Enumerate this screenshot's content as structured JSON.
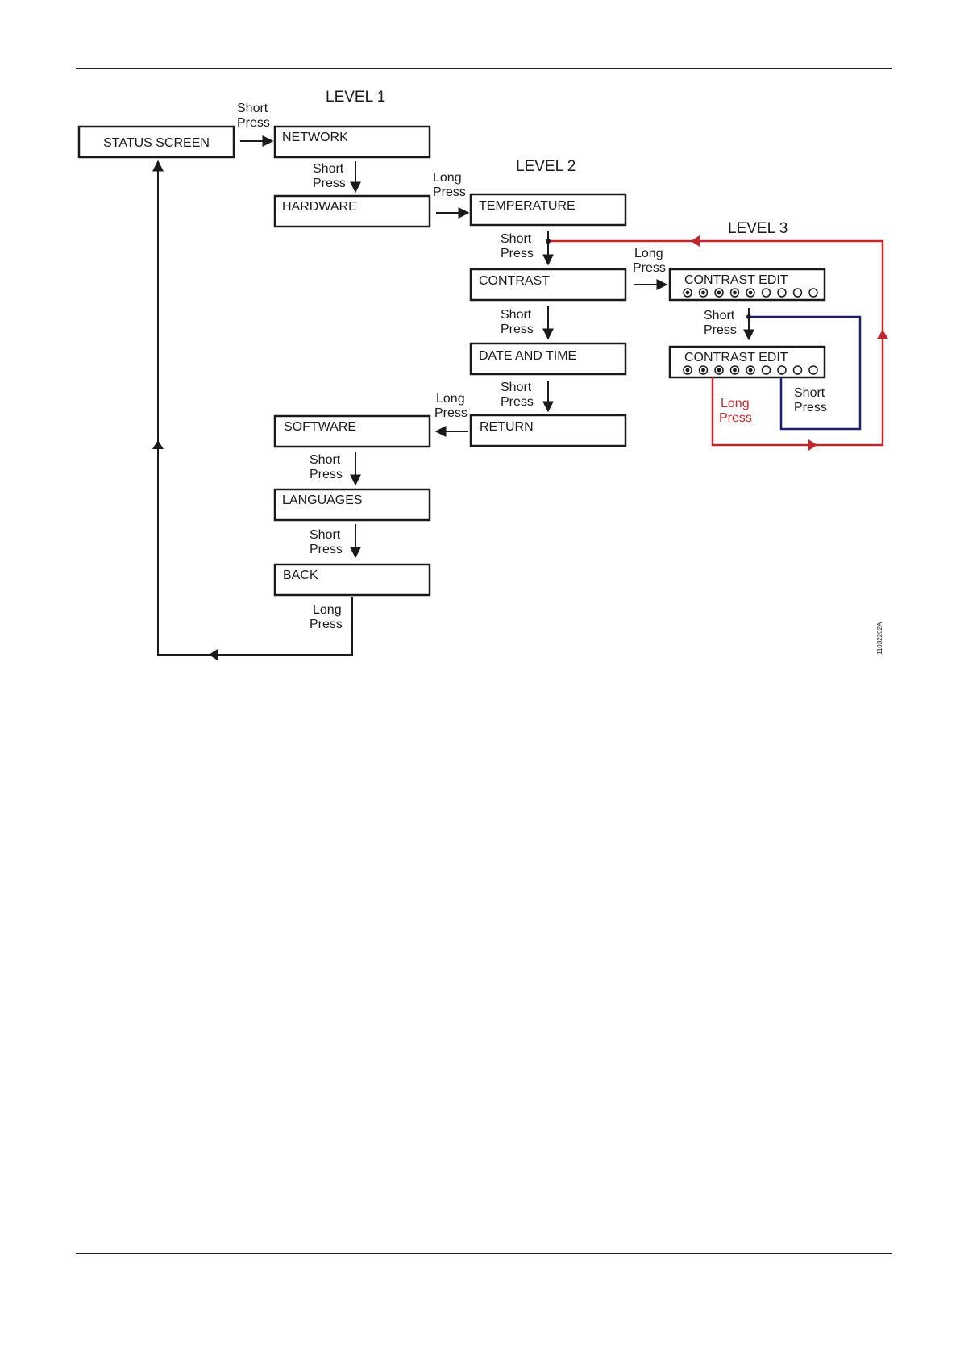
{
  "levels": {
    "level1": "LEVEL 1",
    "level2": "LEVEL  2",
    "level3": "LEVEL 3"
  },
  "boxes": {
    "status_screen": "STATUS SCREEN",
    "network": "NETWORK",
    "hardware": "HARDWARE",
    "temperature": "TEMPERATURE",
    "contrast": "CONTRAST",
    "date_and_time": "DATE AND TIME",
    "return": "RETURN",
    "software": "SOFTWARE",
    "languages": "LANGUAGES",
    "back": "BACK",
    "contrast_edit_1": "CONTRAST EDIT",
    "contrast_edit_2": "CONTRAST EDIT"
  },
  "contrast_levels": {
    "edit_1": {
      "selected": 5,
      "total": 9
    },
    "edit_2": {
      "selected": 5,
      "total": 9
    }
  },
  "transitions": {
    "short": "Short",
    "long": "Long",
    "press": "Press"
  },
  "colors": {
    "red_path": "#c0282d",
    "blue_path": "#1e1e6e",
    "line": "#1a1a1a"
  },
  "figure_code": "11032202A"
}
